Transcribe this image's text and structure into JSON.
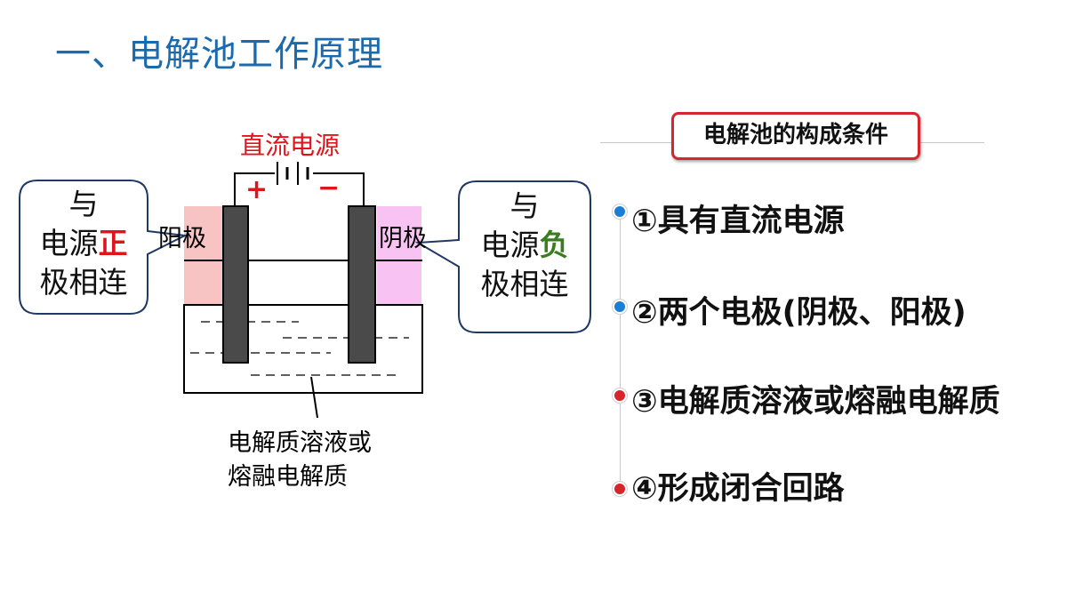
{
  "title": "一、电解池工作原理",
  "diagram": {
    "power_source_label": "直流电源",
    "plus_sign": "+",
    "minus_sign": "−",
    "anode_label": "阳极",
    "cathode_label": "阴极",
    "electrolyte_label_line1": "电解质溶液或",
    "electrolyte_label_line2": "熔融电解质",
    "left_bubble": {
      "line1": "与",
      "line2_prefix": "电源",
      "line2_emphasis": "正",
      "line3": "极相连"
    },
    "right_bubble": {
      "line1": "与",
      "line2_prefix": "电源",
      "line2_emphasis": "负",
      "line3": "极相连"
    }
  },
  "conditions": {
    "title": "电解池的构成条件",
    "items": [
      {
        "text": "①具有直流电源",
        "dot_color": "#1a7fd4"
      },
      {
        "text": "②两个电极(阴极、阳极)",
        "dot_color": "#1a7fd4"
      },
      {
        "text": "③电解质溶液或熔融电解质",
        "dot_color": "#d6252c"
      },
      {
        "text": "④形成闭合回路",
        "dot_color": "#d6252c"
      }
    ]
  }
}
